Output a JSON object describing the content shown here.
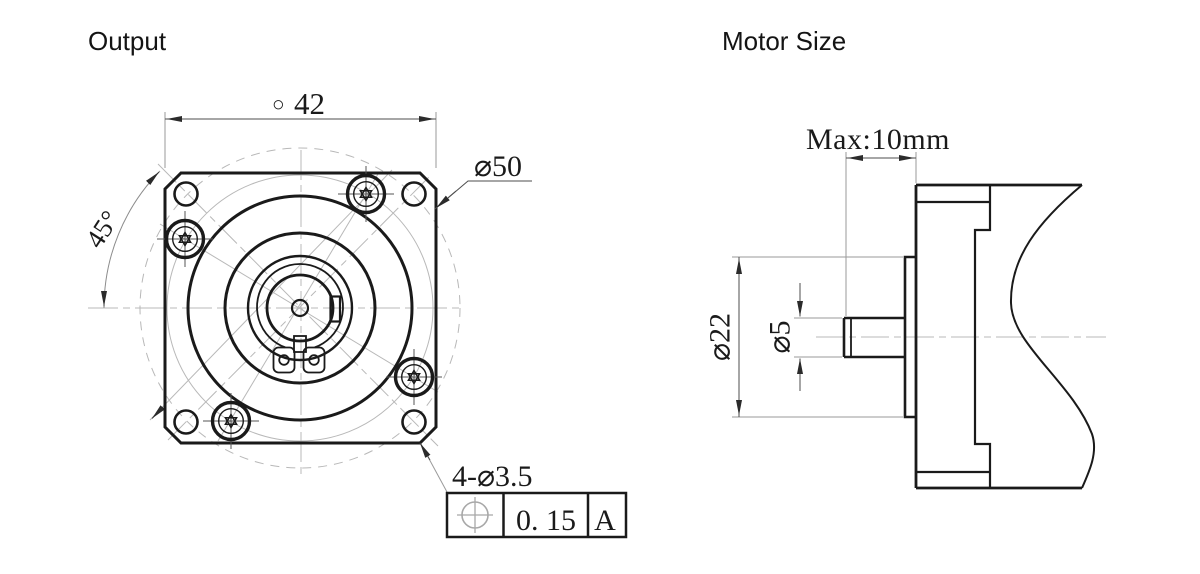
{
  "titles": {
    "left": "Output",
    "right": "Motor Size"
  },
  "front_view": {
    "square_symbol": "○",
    "square_size": "42",
    "bolt_circle_diameter": "⌀50",
    "hole_angle": "45°",
    "mounting_holes_note": "4-⌀3.5",
    "tolerance_frame": {
      "symbol_name": "position-tolerance",
      "value": "0. 15",
      "datum": "A"
    }
  },
  "side_view": {
    "shaft_length_max": "Max:10mm",
    "pilot_diameter": "⌀22",
    "shaft_diameter": "⌀5"
  },
  "colors": {
    "ink": "#1a1a1a",
    "construction_gray": "#b8b8b8",
    "dimension_gray": "#4d4d4d",
    "background": "#ffffff"
  }
}
